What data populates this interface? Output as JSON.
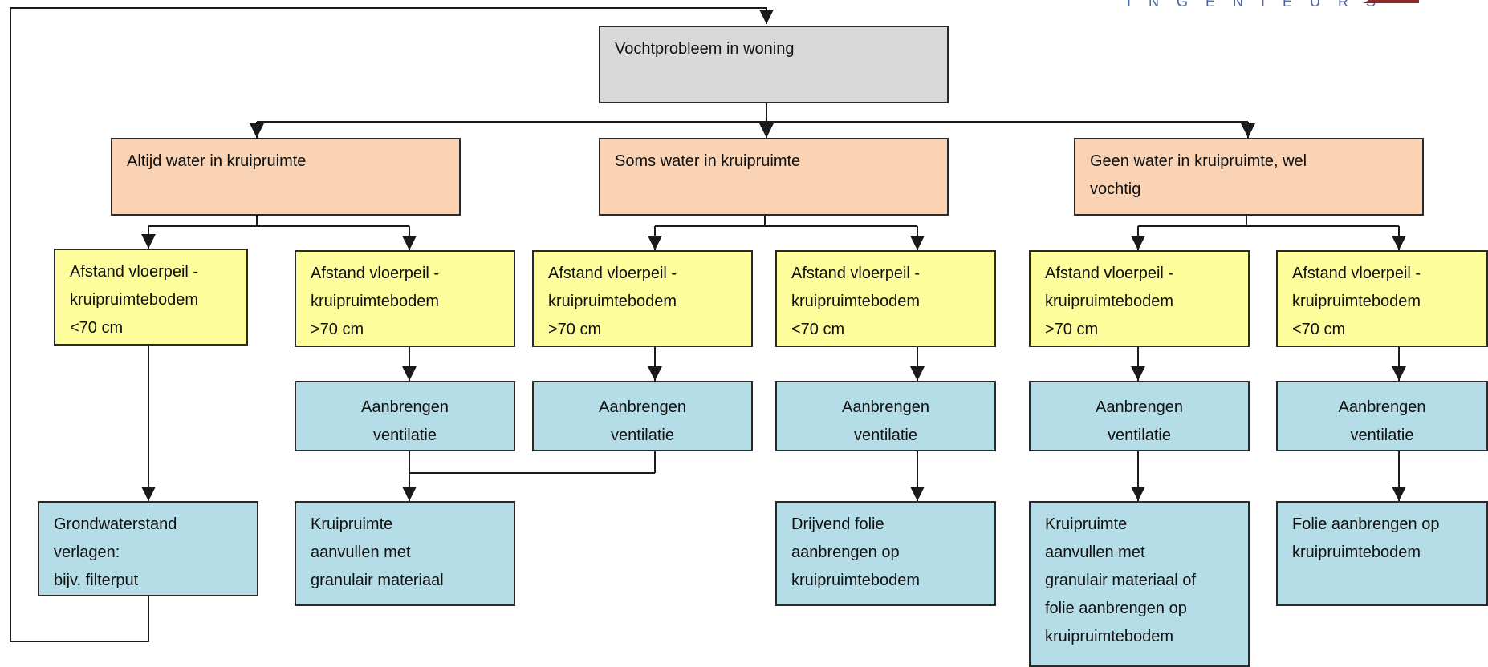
{
  "logo": {
    "text": "INGENIEURS"
  },
  "root": {
    "lines": [
      "Vochtprobleem in woning"
    ]
  },
  "branches": [
    {
      "lines": [
        "Altijd water in kruipruimte"
      ]
    },
    {
      "lines": [
        "Soms water in kruipruimte"
      ]
    },
    {
      "lines": [
        "Geen water in kruipruimte, wel",
        "vochtig"
      ]
    }
  ],
  "conditions": [
    {
      "lines": [
        "Afstand vloerpeil -",
        "kruipruimtebodem",
        "<70 cm"
      ]
    },
    {
      "lines": [
        "Afstand vloerpeil -",
        "kruipruimtebodem",
        ">70 cm"
      ]
    },
    {
      "lines": [
        "Afstand vloerpeil -",
        "kruipruimtebodem",
        ">70 cm"
      ]
    },
    {
      "lines": [
        "Afstand vloerpeil -",
        "kruipruimtebodem",
        "<70 cm"
      ]
    },
    {
      "lines": [
        "Afstand vloerpeil -",
        "kruipruimtebodem",
        ">70 cm"
      ]
    },
    {
      "lines": [
        "Afstand vloerpeil -",
        "kruipruimtebodem",
        "<70 cm"
      ]
    }
  ],
  "ventilation": [
    {
      "lines": [
        "Aanbrengen",
        "ventilatie"
      ]
    },
    {
      "lines": [
        "Aanbrengen",
        "ventilatie"
      ]
    },
    {
      "lines": [
        "Aanbrengen",
        "ventilatie"
      ]
    },
    {
      "lines": [
        "Aanbrengen",
        "ventilatie"
      ]
    },
    {
      "lines": [
        "Aanbrengen",
        "ventilatie"
      ]
    }
  ],
  "solutions": [
    {
      "lines": [
        "Grondwaterstand",
        "verlagen:",
        "bijv. filterput"
      ]
    },
    {
      "lines": [
        "Kruipruimte",
        "aanvullen met",
        "granulair materiaal"
      ]
    },
    {
      "lines": [
        "Drijvend folie",
        "aanbrengen op",
        "kruipruimtebodem"
      ]
    },
    {
      "lines": [
        "Kruipruimte",
        "aanvullen met",
        "granulair materiaal of",
        "folie aanbrengen op",
        "kruipruimtebodem"
      ]
    },
    {
      "lines": [
        "Folie aanbrengen op",
        "kruipruimtebodem"
      ]
    }
  ],
  "colors": {
    "root": "#d9d9d9",
    "branch": "#f9d3b4",
    "condition": "#fdfd9b",
    "action": "#b5dde8",
    "line": "#1a1a1a"
  }
}
